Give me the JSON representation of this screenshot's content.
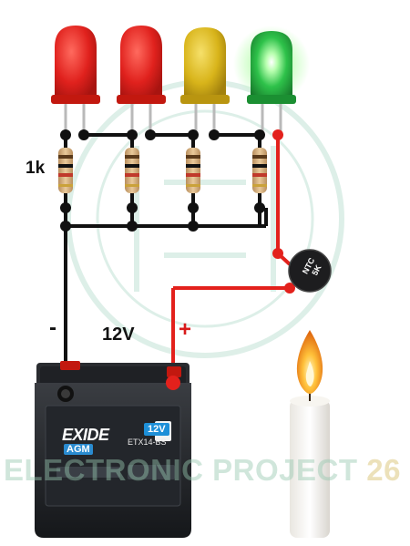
{
  "labels": {
    "resistor": "1k",
    "battery_voltage": "12V",
    "negative": "-",
    "positive": "+"
  },
  "battery": {
    "brand": "EXIDE",
    "type": "AGM",
    "voltage_badge": "12V",
    "model": "ETX14-BS"
  },
  "thermistor": {
    "line1": "NTC",
    "line2": "5K"
  },
  "watermark": {
    "text": "ELECTRONIC PROJECT",
    "number": "26"
  },
  "leds": [
    {
      "color_name": "red",
      "color": "#e0211d",
      "lit": false
    },
    {
      "color_name": "red",
      "color": "#e0211d",
      "lit": false
    },
    {
      "color_name": "yellow",
      "color": "#d8b41a",
      "lit": false
    },
    {
      "color_name": "green",
      "color": "#2ec24a",
      "lit": true
    }
  ],
  "colors": {
    "wire_black": "#111111",
    "wire_red": "#e3211c",
    "flame": "#f39c1e"
  }
}
